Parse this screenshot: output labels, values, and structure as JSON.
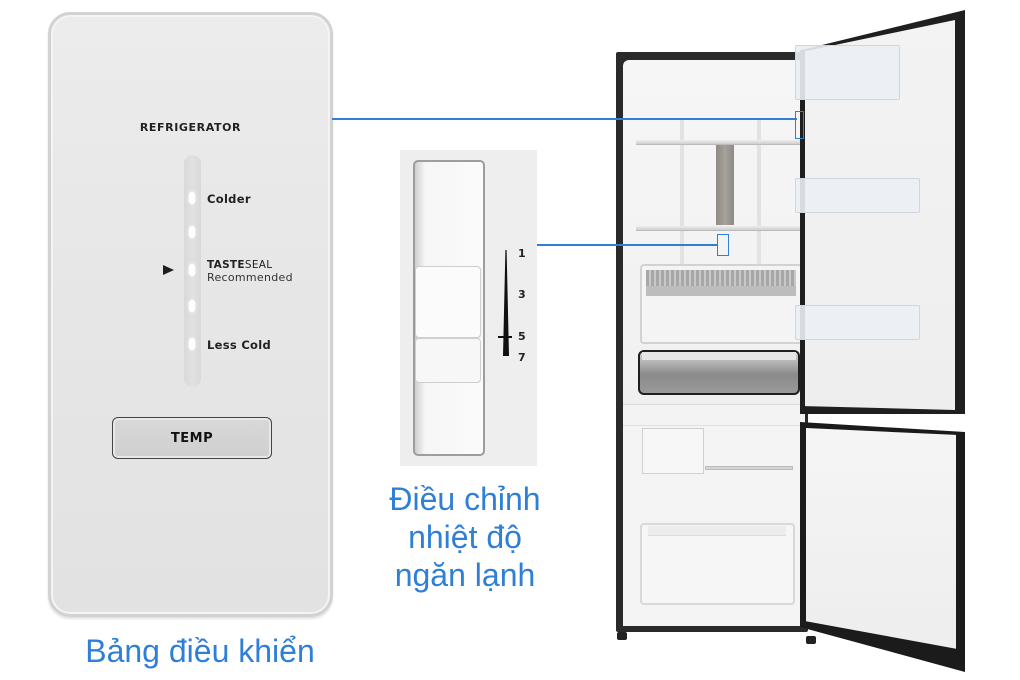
{
  "control_panel": {
    "title": "REFRIGERATOR",
    "levels": [
      {
        "label": "Colder"
      },
      {
        "label": ""
      },
      {
        "brand_bold": "TASTE",
        "brand_regular": "SEAL",
        "sub": "Recommended",
        "selected": true
      },
      {
        "label": ""
      },
      {
        "label": "Less Cold"
      }
    ],
    "button_label": "TEMP",
    "caption": "Bảng điều khiển"
  },
  "slider_control": {
    "scale": [
      "1",
      "3",
      "5",
      "7"
    ],
    "current_mark": "5",
    "caption_lines": [
      "Điều chỉnh",
      "nhiệt độ",
      "ngăn lạnh"
    ]
  },
  "colors": {
    "accent": "#2f7fd6",
    "panel_bg": "#e8e8e8",
    "fridge_body": "#1f1f1f"
  }
}
